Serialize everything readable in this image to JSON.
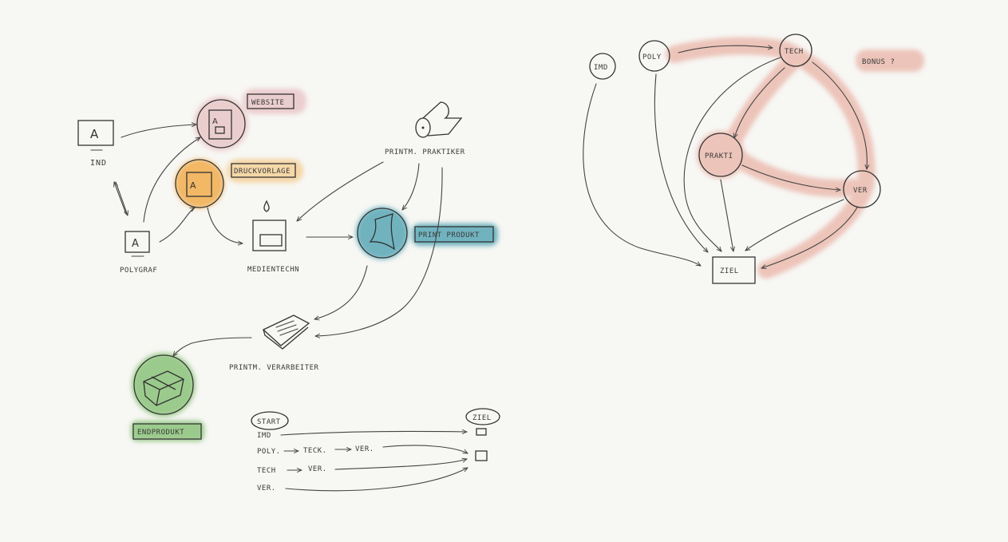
{
  "colors": {
    "website": "#e8c4c4",
    "druckvorlage": "#f2b866",
    "printprodukt": "#6fb3bf",
    "endprodukt": "#8cc47a",
    "highlight": "#e9b3a6",
    "background": "#f7f7f4",
    "ink": "#333333"
  },
  "left": {
    "ind": {
      "label": "IND",
      "icon": "monitor-icon",
      "glyph": "A"
    },
    "polygraf": {
      "label": "POLYGRAF",
      "icon": "monitor-icon",
      "glyph": "A"
    },
    "website": {
      "label": "WEBSITE",
      "icon": "webpage-icon",
      "glyph": "A"
    },
    "druckvorlage": {
      "label": "DRUCKVORLAGE",
      "icon": "document-icon",
      "glyph": "A"
    },
    "medientechn": {
      "label": "MEDIENTECHN",
      "icon": "printer-icon"
    },
    "praktiker": {
      "label": "PRINTM. PRAKTIKER",
      "icon": "paper-roll-icon"
    },
    "printprodukt": {
      "label": "PRINT PRODUKT",
      "icon": "paper-sheet-icon"
    },
    "verarbeiter": {
      "label": "PRINTM. VERARBEITER",
      "icon": "book-icon"
    },
    "endprodukt": {
      "label": "ENDPRODUKT",
      "icon": "package-icon"
    }
  },
  "paths": {
    "start": "START",
    "ziel": "ZIEL",
    "rows": [
      {
        "steps": [
          "IMD"
        ]
      },
      {
        "steps": [
          "POLY.",
          "TECK.",
          "VER."
        ]
      },
      {
        "steps": [
          "TECH",
          "VER."
        ]
      },
      {
        "steps": [
          "VER."
        ]
      }
    ]
  },
  "right": {
    "imd": "IMD",
    "poly": "POLY",
    "tech": "TECH",
    "prakti": "PRAKTI",
    "ver": "VER",
    "ziel": "ZIEL",
    "bonus": "BONUS ?"
  }
}
